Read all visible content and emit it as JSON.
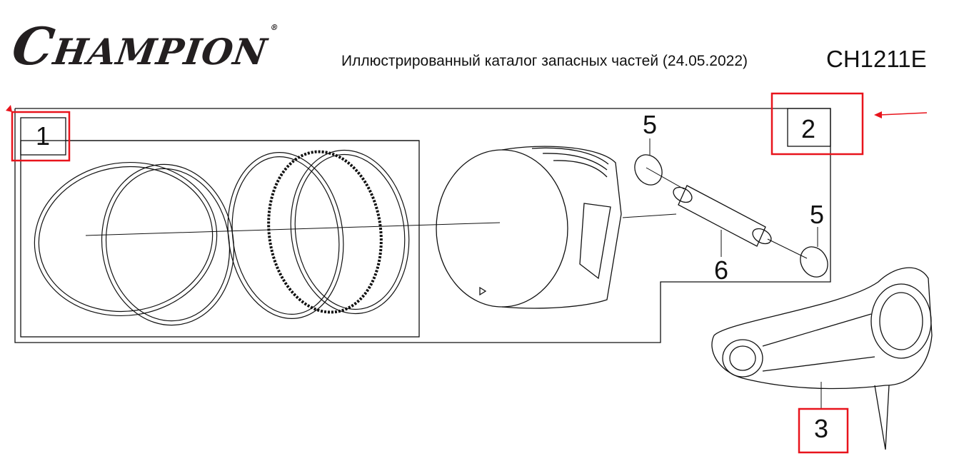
{
  "header": {
    "brand": "CHAMPION",
    "registered_mark": "®",
    "title": "Иллюстрированный каталог запасных частей (24.05.2022)",
    "model": "CH1211E"
  },
  "callouts": [
    "1",
    "2",
    "3",
    "5",
    "5",
    "6"
  ],
  "highlight_color": "#e8141c"
}
